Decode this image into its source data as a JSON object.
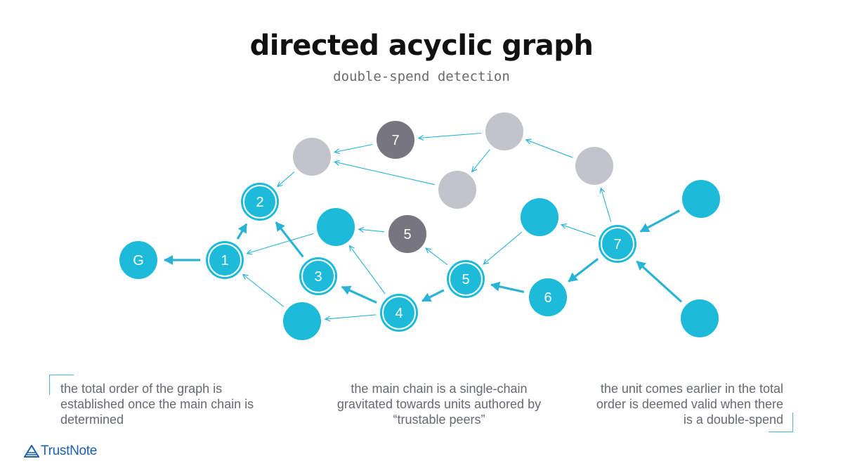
{
  "title": "directed acyclic graph",
  "subtitle": "double-spend detection",
  "colors": {
    "teal": "#1ebad9",
    "gray_light": "#c3c4cb",
    "gray_dark": "#777680",
    "arrow": "#2bb3d6",
    "caption_text": "#666a70",
    "brand": "#1d5fb0"
  },
  "nodes": [
    {
      "id": "G",
      "label": "G",
      "kind": "teal"
    },
    {
      "id": "n1",
      "label": "1",
      "kind": "teal-ring"
    },
    {
      "id": "n2",
      "label": "2",
      "kind": "teal-ring"
    },
    {
      "id": "n3",
      "label": "3",
      "kind": "teal-ring"
    },
    {
      "id": "n4",
      "label": "4",
      "kind": "teal-ring"
    },
    {
      "id": "n5",
      "label": "5",
      "kind": "teal-ring"
    },
    {
      "id": "n6",
      "label": "6",
      "kind": "teal"
    },
    {
      "id": "n7",
      "label": "7",
      "kind": "teal-ring"
    },
    {
      "id": "tA",
      "label": "",
      "kind": "teal"
    },
    {
      "id": "tB",
      "label": "",
      "kind": "teal"
    },
    {
      "id": "tC",
      "label": "",
      "kind": "teal"
    },
    {
      "id": "tD",
      "label": "",
      "kind": "teal"
    },
    {
      "id": "tE",
      "label": "",
      "kind": "teal"
    },
    {
      "id": "d5",
      "label": "5",
      "kind": "gray-dark"
    },
    {
      "id": "d7",
      "label": "7",
      "kind": "gray-dark"
    },
    {
      "id": "gA",
      "label": "",
      "kind": "gray-light"
    },
    {
      "id": "gB",
      "label": "",
      "kind": "gray-light"
    },
    {
      "id": "gC",
      "label": "",
      "kind": "gray-light"
    },
    {
      "id": "gD",
      "label": "",
      "kind": "gray-light"
    }
  ],
  "edges": [
    {
      "from": "n1",
      "to": "G",
      "main": true
    },
    {
      "from": "n1",
      "to": "n2",
      "main": true
    },
    {
      "from": "n3",
      "to": "n2",
      "main": true
    },
    {
      "from": "n4",
      "to": "n3",
      "main": true
    },
    {
      "from": "n5",
      "to": "n4",
      "main": true
    },
    {
      "from": "n6",
      "to": "n5",
      "main": true
    },
    {
      "from": "n7",
      "to": "n6",
      "main": true
    },
    {
      "from": "tD",
      "to": "n7",
      "main": true
    },
    {
      "from": "tE",
      "to": "n7",
      "main": true
    },
    {
      "from": "tA",
      "to": "n1",
      "main": false
    },
    {
      "from": "tB",
      "to": "n1",
      "main": false
    },
    {
      "from": "n4",
      "to": "tA",
      "main": false
    },
    {
      "from": "n4",
      "to": "tB",
      "main": false
    },
    {
      "from": "d5",
      "to": "tA",
      "main": false
    },
    {
      "from": "n5",
      "to": "d5",
      "main": false
    },
    {
      "from": "tC",
      "to": "n5",
      "main": false
    },
    {
      "from": "n7",
      "to": "tC",
      "main": false
    },
    {
      "from": "n7",
      "to": "gD",
      "main": false
    },
    {
      "from": "gD",
      "to": "gC",
      "main": false
    },
    {
      "from": "gC",
      "to": "d7",
      "main": false
    },
    {
      "from": "gC",
      "to": "gB",
      "main": false
    },
    {
      "from": "d7",
      "to": "gA",
      "main": false
    },
    {
      "from": "gB",
      "to": "gA",
      "main": false
    },
    {
      "from": "gA",
      "to": "n2",
      "main": false
    }
  ],
  "captions": {
    "left": [
      "the total order of the graph is",
      "established once the main chain is",
      "determined"
    ],
    "middle": [
      "the main chain is a single-chain",
      "gravitated towards units authored by",
      "“trustable peers”"
    ],
    "right": [
      "the unit comes earlier in the total",
      "order is deemed valid when there",
      "is a double-spend"
    ]
  },
  "logo": {
    "text": "TrustNote",
    "icon": "trustnote-logo-icon"
  }
}
